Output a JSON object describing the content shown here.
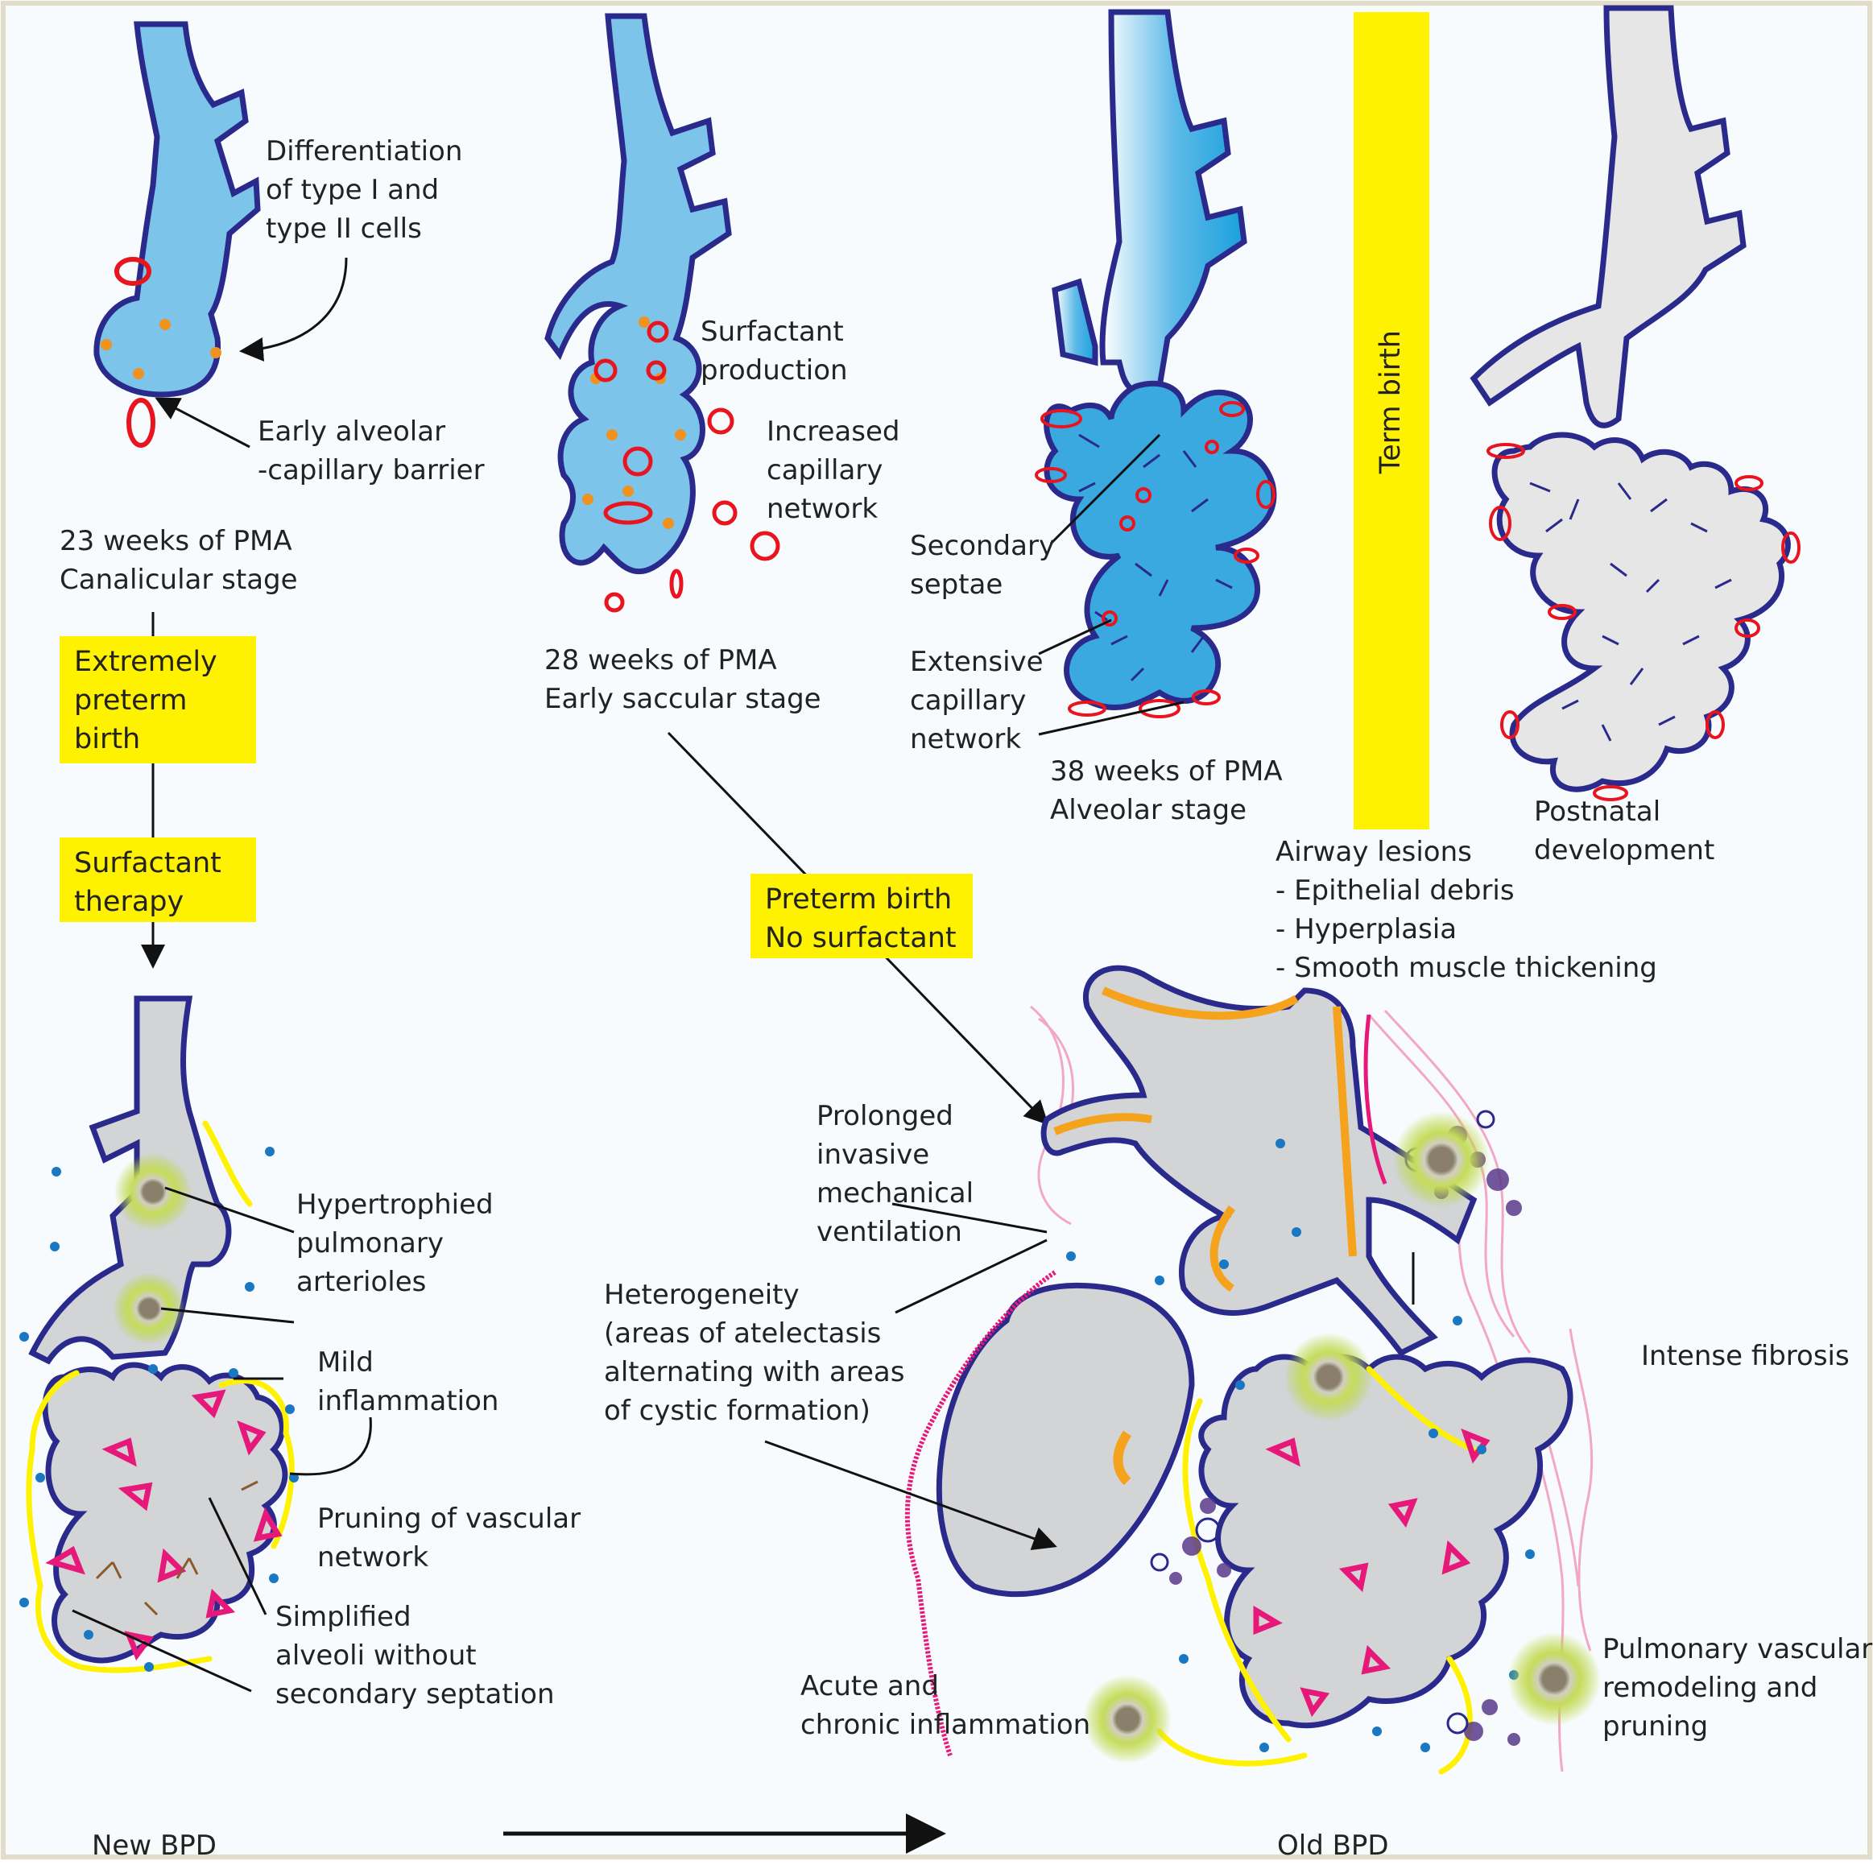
{
  "labels": {
    "differentiation": "Differentiation\nof type I and\ntype II cells",
    "early_barrier": "Early alveolar\n-capillary barrier",
    "stage_23": "23 weeks of PMA\nCanalicular stage",
    "surfactant_production": "Surfactant\nproduction",
    "increased_capillary": "Increased\ncapillary\nnetwork",
    "stage_28": "28 weeks of PMA\nEarly saccular stage",
    "secondary_septae": "Secondary\nseptae",
    "extensive_capillary": "Extensive\ncapillary\nnetwork",
    "stage_38": "38 weeks of PMA\nAlveolar stage",
    "term_birth": "Term birth",
    "postnatal": "Postnatal\ndevelopment",
    "airway_lesions": "Airway lesions\n- Epithelial debris\n- Hyperplasia\n- Smooth muscle thickening",
    "prolonged_ventilation": "Prolonged\ninvasive\nmechanical\nventilation",
    "heterogeneity": "Heterogeneity\n(areas of atelectasis\nalternating with areas\nof cystic formation)",
    "intense_fibrosis": "Intense fibrosis",
    "acute_chronic_inflammation": "Acute and\nchronic inflammation",
    "pulmonary_vascular_remodeling": "Pulmonary vascular\nremodeling and\npruning",
    "hypertrophied_arterioles": "Hypertrophied\npulmonary\narterioles",
    "mild_inflammation": "Mild\ninflammation",
    "pruning_vascular": "Pruning of vascular\nnetwork",
    "simplified_alveoli": "Simplified\nalveoli without\nsecondary septation",
    "new_bpd": "New BPD",
    "old_bpd": "Old BPD"
  },
  "boxes": {
    "extremely_preterm": "Extremely\npreterm\nbirth",
    "surfactant_therapy": "Surfactant\ntherapy",
    "preterm_no_surfactant": "Preterm birth\nNo surfactant"
  },
  "colors": {
    "airway_blue": "#7cc4ea",
    "alveolar_blue": "#2ea6dd",
    "outline_navy": "#2a2a8c",
    "capillary_red": "#e8141e",
    "cell_orange": "#f0921f",
    "tissue_gray": "#d3d4d6",
    "smooth_muscle": "#f5a21c",
    "highlight_yellow": "#fff200",
    "fibrosis_pink": "#f2a0c0",
    "inflammation_green": "#b5d334",
    "vessel_magenta": "#e6197a"
  }
}
